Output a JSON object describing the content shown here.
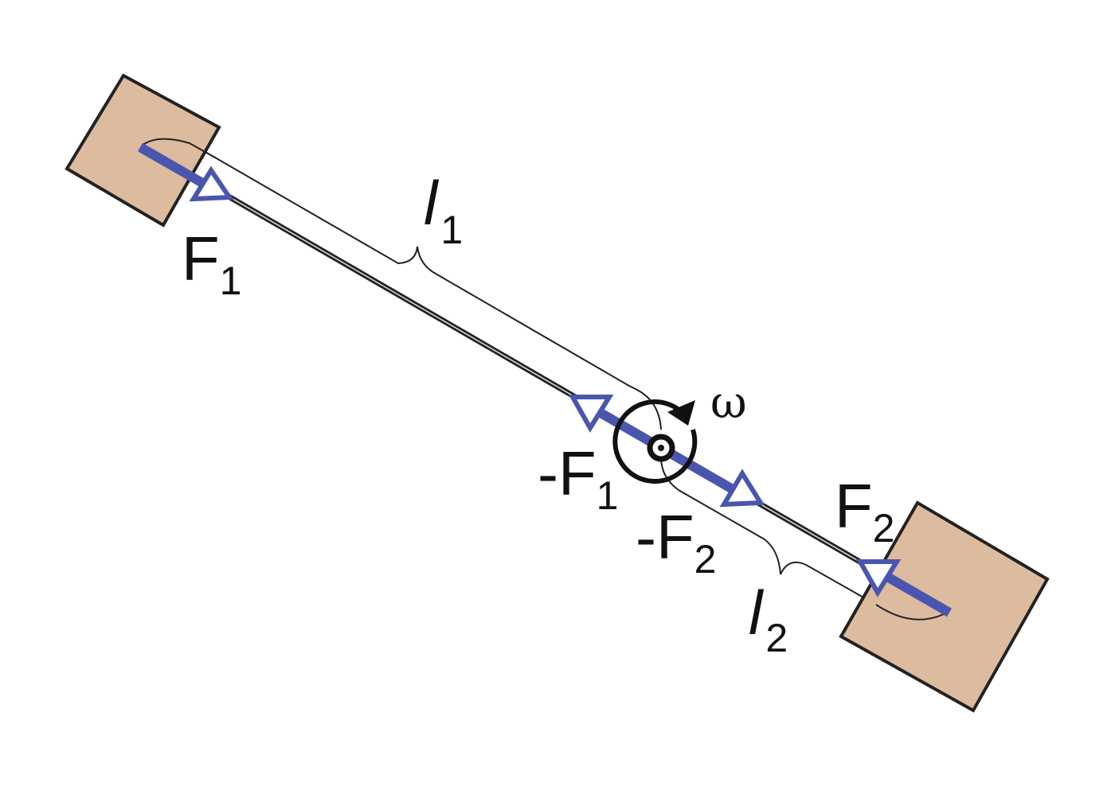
{
  "labels": {
    "f1": {
      "main": "F",
      "sub": "1"
    },
    "neg_f1": {
      "main": "-F",
      "sub": "1"
    },
    "f2": {
      "main": "F",
      "sub": "2"
    },
    "neg_f2": {
      "main": "-F",
      "sub": "2"
    },
    "l1": {
      "main": "l",
      "sub": "1"
    },
    "l2": {
      "main": "l",
      "sub": "2"
    },
    "omega": "ω"
  },
  "colors": {
    "mass_fill": "#DDBB9E",
    "mass_stroke": "#222222",
    "force_vector": "#4A56AE",
    "rod": "#222222",
    "dimension_line": "#222222",
    "pivot": "#111111"
  }
}
